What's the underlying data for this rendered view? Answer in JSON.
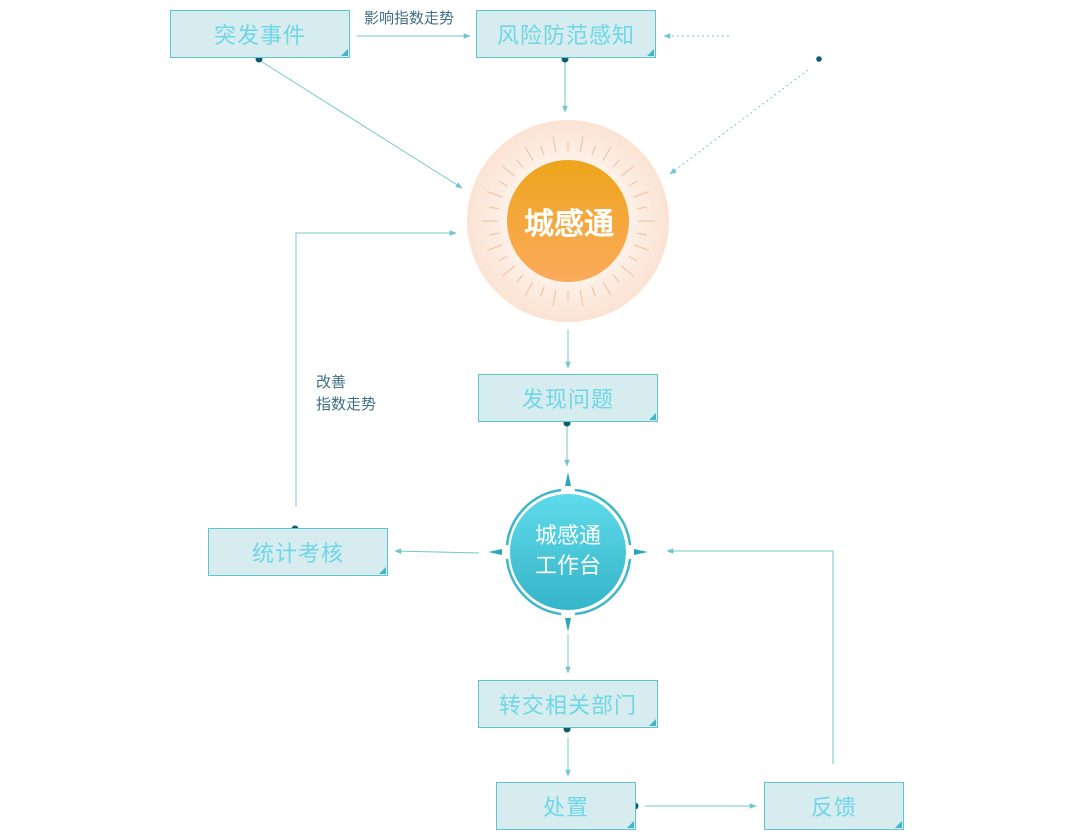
{
  "nodes": {
    "sudden_event": "突发事件",
    "risk_perception": "风险防范感知",
    "hub_sun": "城感通",
    "discover_problem": "发现问题",
    "hub_platform_line1": "城感通",
    "hub_platform_line2": "工作台",
    "statistics": "统计考核",
    "transfer": "转交相关部门",
    "handle": "处置",
    "feedback": "反馈"
  },
  "edge_labels": {
    "impact_trend": "影响指数走势",
    "improve": "改善",
    "improve_trend": "指数走势"
  },
  "colors": {
    "box_fill": "#d6ecef",
    "box_border": "#5fc3d2",
    "box_text": "#6fd6e6",
    "line": "#74c5d3",
    "sun_gradient_top": "#eda51c",
    "sun_gradient_bottom": "#fbab5c",
    "platform_gradient_top": "#5fdaea",
    "platform_gradient_bottom": "#35b5c8"
  }
}
